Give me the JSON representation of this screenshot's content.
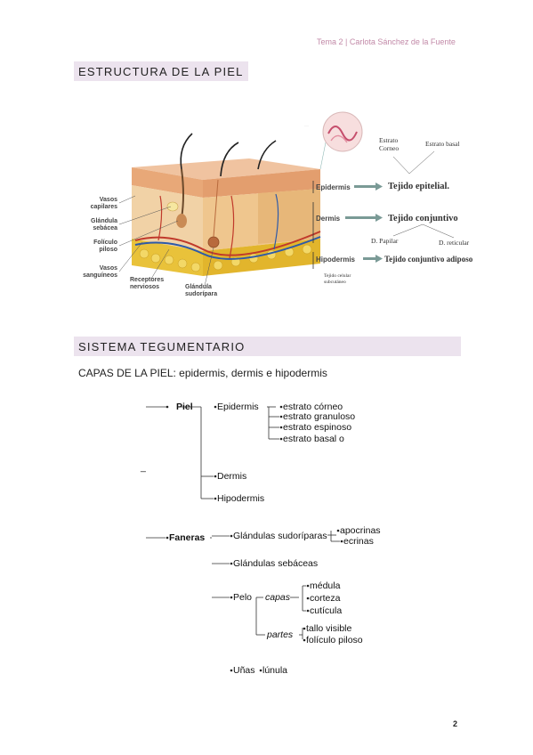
{
  "header": {
    "note": "Tema 2 | Carlota Sánchez de la Fuente"
  },
  "section1": {
    "title": "ESTRUCTURA DE LA PIEL"
  },
  "diagram": {
    "left_labels": {
      "vasos_capilares": [
        "Vasos",
        "capilares"
      ],
      "glandula_sebacea": [
        "Glándula",
        "sebácea"
      ],
      "foliculo_piloso": [
        "Folículo",
        "piloso"
      ],
      "vasos_sanguineos": [
        "Vasos",
        "sanguíneos"
      ],
      "receptores": [
        "Receptores",
        "nerviosos"
      ],
      "glandula_sudoripara": [
        "Glándula",
        "sudorípara"
      ]
    },
    "layers": {
      "epidermis": "Epidermis",
      "dermis": "Dermis",
      "hipodermis": "Hipodermis"
    },
    "tissues": {
      "epitelial": "Tejido epitelial.",
      "conjuntivo": "Tejido conjuntivo",
      "adiposo": "Tejido conjuntivo adiposo"
    },
    "sublayers": {
      "estrato_corneo": [
        "Estrato",
        "Corneo"
      ],
      "estrato_basal": "Estrato basal",
      "d_papilar": "D. Papilar",
      "d_reticular": "D. reticular",
      "tejido_celular": [
        "Tejido celular",
        "subcutáneo"
      ]
    }
  },
  "section2": {
    "title": "SISTEMA TEGUMENTARIO",
    "subtitle": "CAPAS DE LA PIEL: epidermis, dermis e hipodermis"
  },
  "tree": {
    "piel": "Piel",
    "epidermis": "Epidermis",
    "estrato_corneo": "estrato córneo",
    "estrato_granuloso": "estrato granuloso",
    "estrato_espinoso": "estrato espinoso",
    "estrato_basal": "estrato basal o",
    "dash": "_",
    "dermis": "Dermis",
    "hipodermis": "Hipodermis",
    "faneras": "Faneras",
    "glandulas_sudoriparas": "Glándulas sudoríparas",
    "apocrinas": "apocrinas",
    "ecrinas": "ecrinas",
    "glandulas_sebaceas": "Glándulas sebáceas",
    "pelo": "Pelo",
    "capas": "capas",
    "medula": "médula",
    "corteza": "corteza",
    "cuticula": "cutícula",
    "partes": "partes",
    "tallo_visible": "tallo visible",
    "foliculo_piloso": "folículo piloso",
    "unas": "Uñas",
    "lunula": "lúnula"
  },
  "footer": {
    "page_number": "2"
  },
  "colors": {
    "header_note": "#c28aa8",
    "section_band": "#ece3ee",
    "arrow": "#7a9a96",
    "skin_top": "#e8a878",
    "dermis": "#f1d2a6",
    "fat": "#e9c23a"
  }
}
